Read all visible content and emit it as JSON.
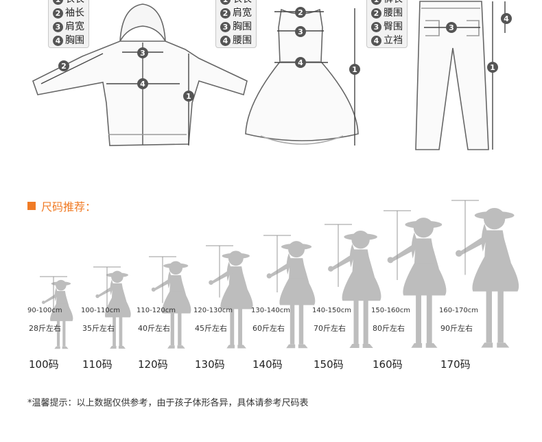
{
  "garment_legends": {
    "jacket": [
      "衣长",
      "袖长",
      "肩宽",
      "胸围"
    ],
    "dress": [
      "衣长",
      "肩宽",
      "胸围",
      "腰围"
    ],
    "pants": [
      "裤长",
      "腰围",
      "臀围",
      "立裆"
    ]
  },
  "marker_numbers": [
    "1",
    "2",
    "3",
    "4"
  ],
  "section_title": "尺码推荐：",
  "sizes": [
    {
      "height": "90-100cm",
      "weight": "28斤左右",
      "size": "100码"
    },
    {
      "height": "100-110cm",
      "weight": "35斤左右",
      "size": "110码"
    },
    {
      "height": "110-120cm",
      "weight": "40斤左右",
      "size": "120码"
    },
    {
      "height": "120-130cm",
      "weight": "45斤左右",
      "size": "130码"
    },
    {
      "height": "130-140cm",
      "weight": "60斤左右",
      "size": "140码"
    },
    {
      "height": "140-150cm",
      "weight": "70斤左右",
      "size": "150码"
    },
    {
      "height": "150-160cm",
      "weight": "80斤左右",
      "size": "160码"
    },
    {
      "height": "160-170cm",
      "weight": "90斤左右",
      "size": "170码"
    }
  ],
  "footnote": "*温馨提示：以上数据仅供参考，由于孩子体形各异，具体请参考尺码表",
  "colors": {
    "accent": "#f07b26",
    "silhouette": "#bdbdbd",
    "badge": "#555555"
  }
}
